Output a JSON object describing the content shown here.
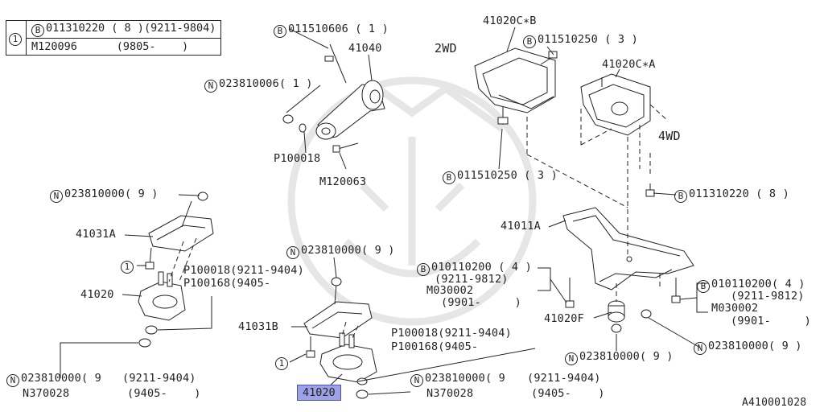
{
  "reference_table": {
    "index": "1",
    "row1_code": "B",
    "row1_part": "011310220",
    "row1_qty": "( 8 )",
    "row1_date": "(9211-9804)",
    "row2_part": "M120096",
    "row2_date": "(9805-    )"
  },
  "labels": {
    "b011510606": "011510606 ( 1 )",
    "p41040": "41040",
    "n023810006": "023810006( 1 )",
    "p100018_top": "P100018",
    "m120063": "M120063",
    "p41020c_b": "41020C∗B",
    "wd2": "2WD",
    "b011510250_top": "011510250 ( 3 )",
    "p41020c_a": "41020C∗A",
    "wd4": "4WD",
    "b011510250_mid": "011510250 ( 3 )",
    "b011310220_right": "011310220 ( 8 )",
    "n023810000_left": "023810000( 9 )",
    "p41031a": "41031A",
    "p41011a": "41011A",
    "one_left": "1",
    "p100018_left": "P100018(9211-9404)",
    "p100168_left": "P100168(9405-",
    "p41020_left": "41020",
    "n023810000_center": "023810000( 9 )",
    "b010110200_center": "010110200 ( 4 )",
    "date_9211_9812_center": "(9211-9812)",
    "m030002_center": "M030002",
    "date_9901_center": "(9901-     )",
    "b010110200_right": "010110200( 4 )",
    "date_9211_9812_right": "(9211-9812)",
    "m030002_right": "M030002",
    "date_9901_right": "(9901-     )",
    "p41031b": "41031B",
    "p41020f": "41020F",
    "p100018_center": "P100018(9211-9404)",
    "p100168_center": "P100168(9405-",
    "one_center": "1",
    "n023810000_right_a": "023810000( 9 )",
    "n023810000_right_b": "023810000( 9 )",
    "n023810000_bl": "023810000( 9",
    "date_9211_9404_bl": "(9211-9404)",
    "n370028_bl": "N370028",
    "date_9405_bl": "(9405-    )",
    "p41020_selected": "41020",
    "n023810000_bc": "023810000( 9",
    "date_9211_9404_bc": "(9211-9404)",
    "n370028_bc": "N370028",
    "date_9405_bc": "(9405-    )",
    "figure_id": "A410001028"
  },
  "symbols": {
    "bolt_code": "B",
    "nut_code": "N"
  },
  "colors": {
    "highlight_fill": "#9da2e6",
    "highlight_border": "#4b50b8",
    "line": "#222222",
    "watermark": "#e6e6e6"
  }
}
